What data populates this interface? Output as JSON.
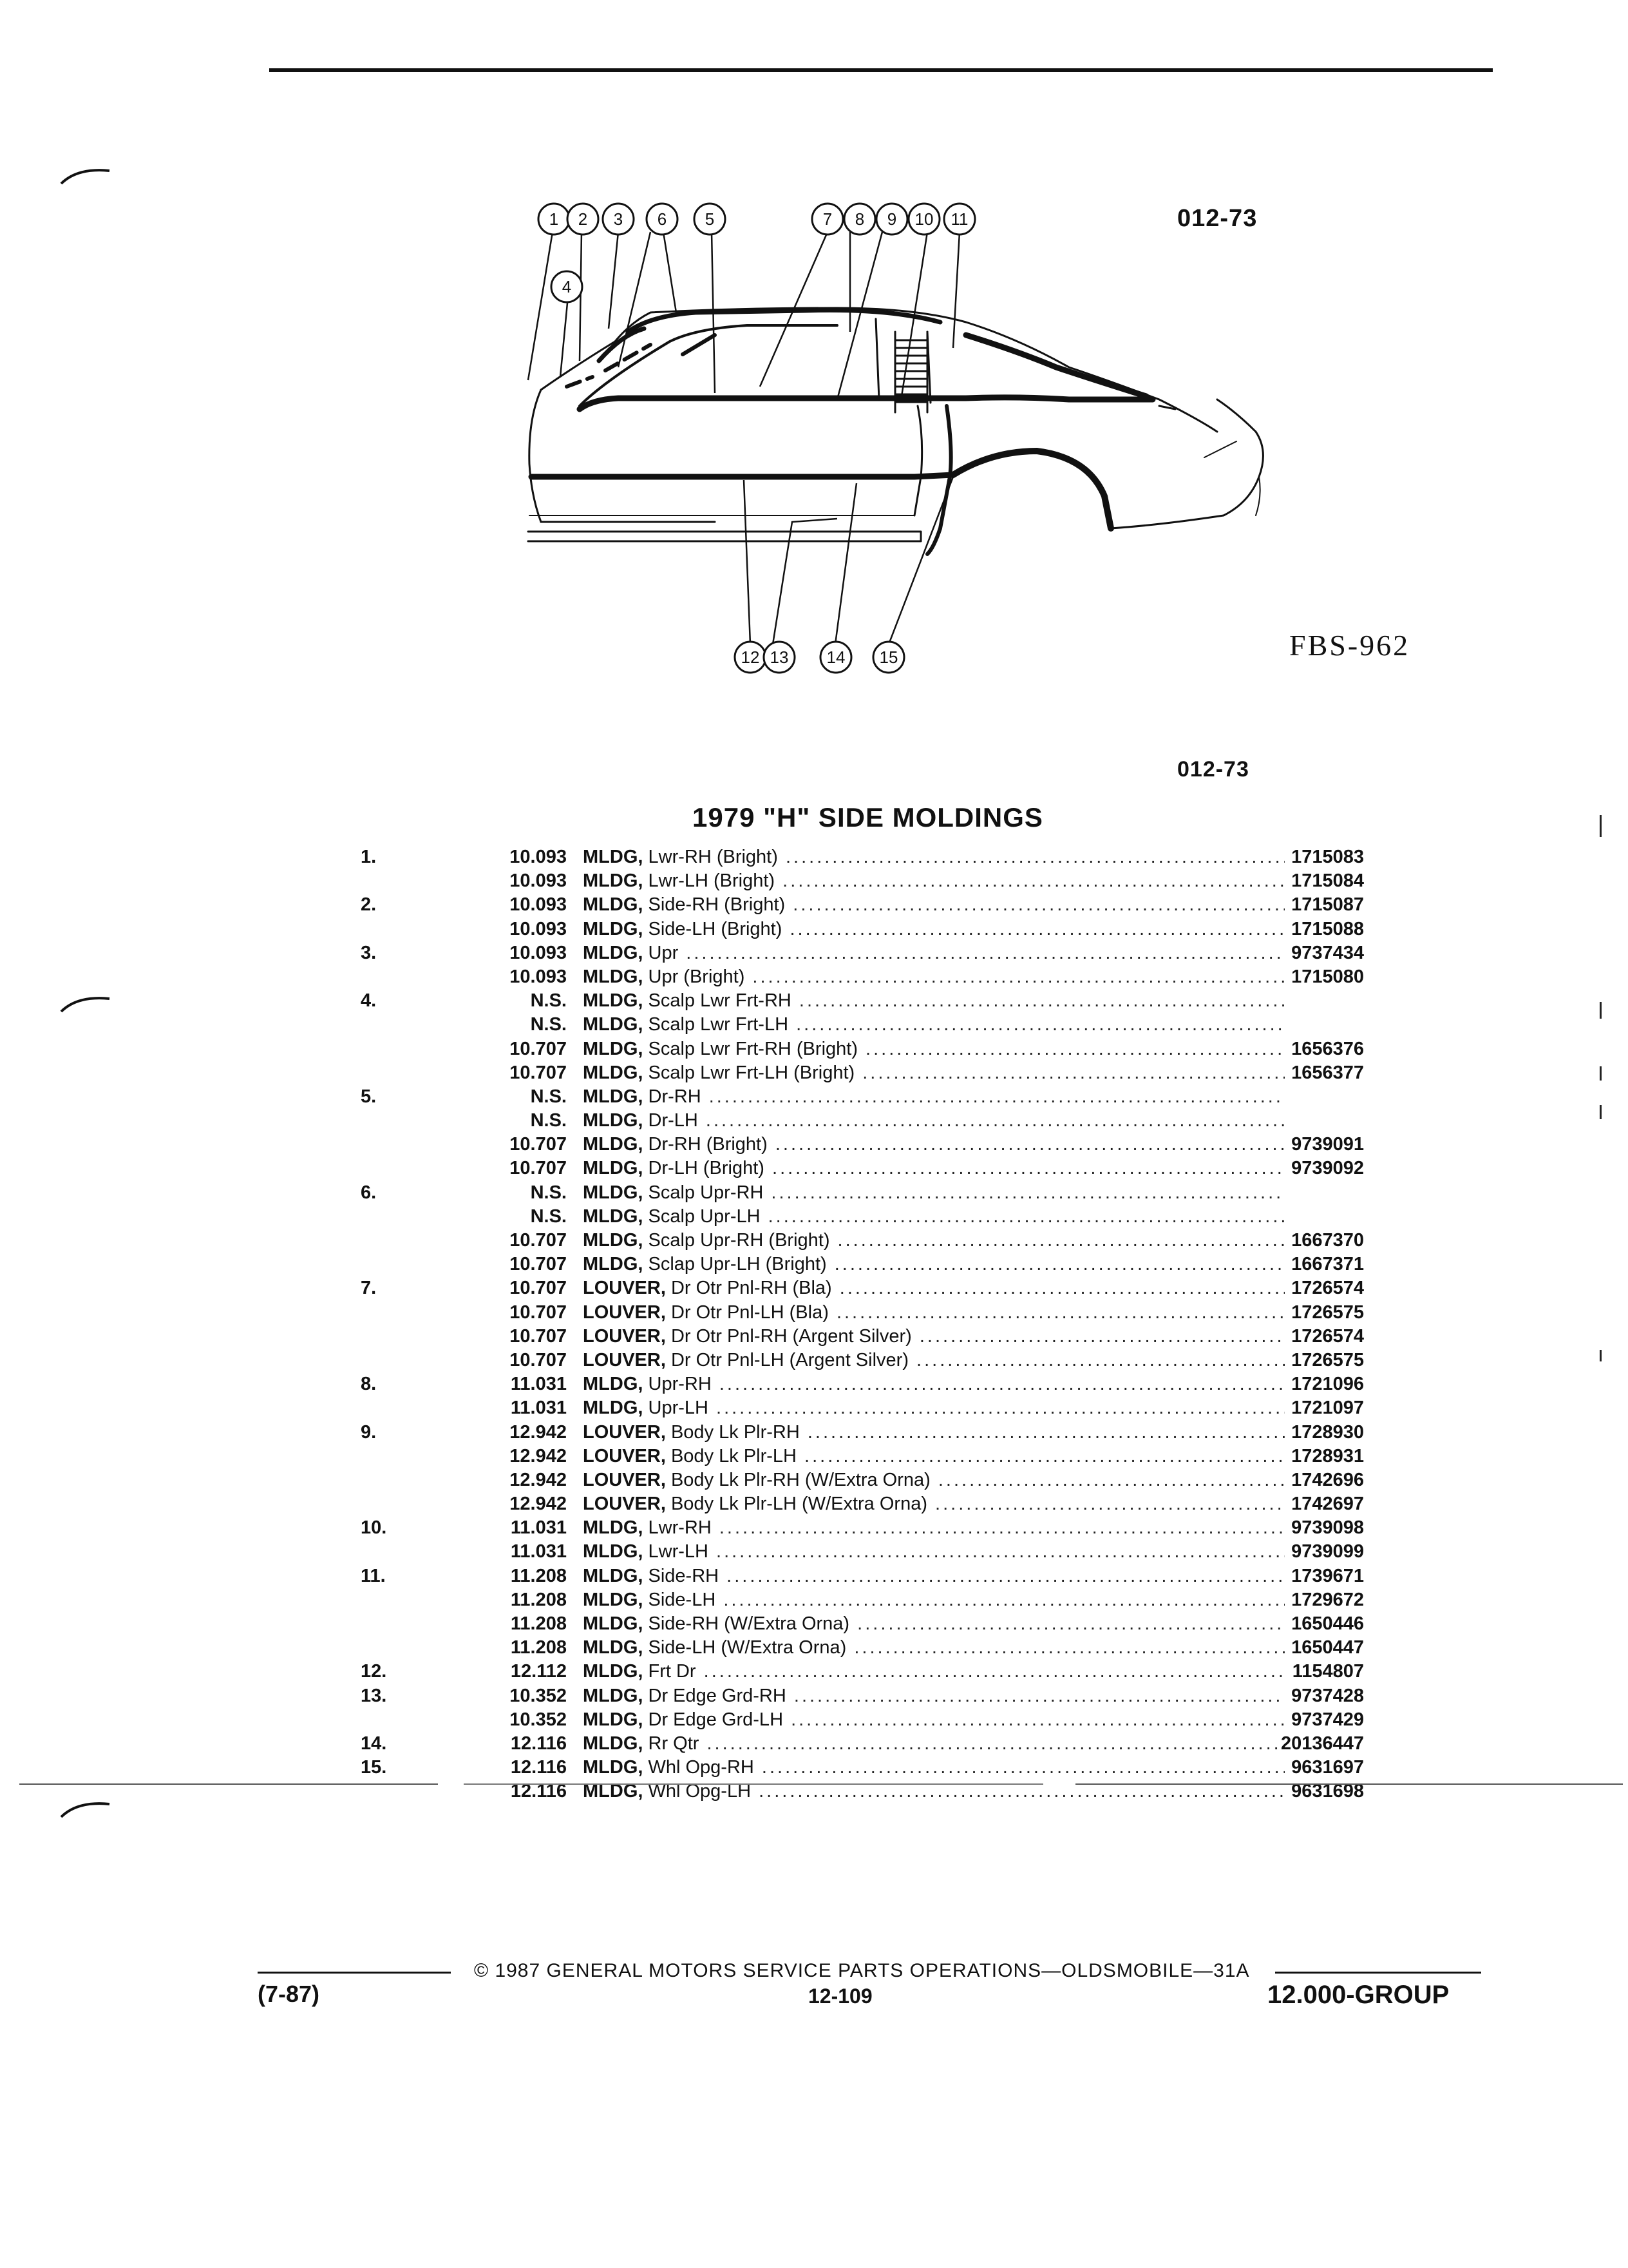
{
  "header": {
    "figure_code": "012-73",
    "figure_ref": "FBS-962",
    "list_code": "012-73",
    "title": "1979 \"H\" SIDE MOLDINGS"
  },
  "diagram": {
    "callouts": [
      "1",
      "2",
      "3",
      "6",
      "5",
      "7",
      "8",
      "9",
      "10",
      "11",
      "4",
      "12",
      "13",
      "14",
      "15"
    ]
  },
  "parts": [
    {
      "key": "1.",
      "grp": "10.093",
      "name": "MLDG,",
      "detail": " Lwr-RH (Bright)",
      "pno": "1715083"
    },
    {
      "key": "",
      "grp": "10.093",
      "name": "MLDG,",
      "detail": " Lwr-LH (Bright)",
      "pno": "1715084"
    },
    {
      "key": "2.",
      "grp": "10.093",
      "name": "MLDG,",
      "detail": " Side-RH (Bright)",
      "pno": "1715087"
    },
    {
      "key": "",
      "grp": "10.093",
      "name": "MLDG,",
      "detail": " Side-LH (Bright)",
      "pno": "1715088"
    },
    {
      "key": "3.",
      "grp": "10.093",
      "name": "MLDG,",
      "detail": " Upr",
      "pno": "9737434"
    },
    {
      "key": "",
      "grp": "10.093",
      "name": "MLDG,",
      "detail": " Upr (Bright)",
      "pno": "1715080"
    },
    {
      "key": "4.",
      "grp": "N.S.",
      "name": "MLDG,",
      "detail": " Scalp Lwr Frt-RH",
      "pno": ""
    },
    {
      "key": "",
      "grp": "N.S.",
      "name": "MLDG,",
      "detail": " Scalp Lwr Frt-LH",
      "pno": ""
    },
    {
      "key": "",
      "grp": "10.707",
      "name": "MLDG,",
      "detail": " Scalp Lwr Frt-RH (Bright)",
      "pno": "1656376"
    },
    {
      "key": "",
      "grp": "10.707",
      "name": "MLDG,",
      "detail": " Scalp Lwr Frt-LH (Bright)",
      "pno": "1656377"
    },
    {
      "key": "5.",
      "grp": "N.S.",
      "name": "MLDG,",
      "detail": " Dr-RH",
      "pno": ""
    },
    {
      "key": "",
      "grp": "N.S.",
      "name": "MLDG,",
      "detail": " Dr-LH",
      "pno": ""
    },
    {
      "key": "",
      "grp": "10.707",
      "name": "MLDG,",
      "detail": " Dr-RH (Bright)",
      "pno": "9739091"
    },
    {
      "key": "",
      "grp": "10.707",
      "name": "MLDG,",
      "detail": " Dr-LH (Bright)",
      "pno": "9739092"
    },
    {
      "key": "6.",
      "grp": "N.S.",
      "name": "MLDG,",
      "detail": " Scalp Upr-RH",
      "pno": ""
    },
    {
      "key": "",
      "grp": "N.S.",
      "name": "MLDG,",
      "detail": " Scalp Upr-LH",
      "pno": ""
    },
    {
      "key": "",
      "grp": "10.707",
      "name": "MLDG,",
      "detail": " Scalp Upr-RH (Bright)",
      "pno": "1667370"
    },
    {
      "key": "",
      "grp": "10.707",
      "name": "MLDG,",
      "detail": " Sclap Upr-LH (Bright)",
      "pno": "1667371"
    },
    {
      "key": "7.",
      "grp": "10.707",
      "name": "LOUVER,",
      "detail": " Dr Otr Pnl-RH (Bla)",
      "pno": "1726574"
    },
    {
      "key": "",
      "grp": "10.707",
      "name": "LOUVER,",
      "detail": " Dr Otr Pnl-LH (Bla)",
      "pno": "1726575"
    },
    {
      "key": "",
      "grp": "10.707",
      "name": "LOUVER,",
      "detail": " Dr Otr Pnl-RH (Argent Silver)",
      "pno": "1726574"
    },
    {
      "key": "",
      "grp": "10.707",
      "name": "LOUVER,",
      "detail": " Dr Otr Pnl-LH (Argent Silver)",
      "pno": "1726575"
    },
    {
      "key": "8.",
      "grp": "11.031",
      "name": "MLDG,",
      "detail": " Upr-RH",
      "pno": "1721096"
    },
    {
      "key": "",
      "grp": "11.031",
      "name": "MLDG,",
      "detail": " Upr-LH",
      "pno": "1721097"
    },
    {
      "key": "9.",
      "grp": "12.942",
      "name": "LOUVER,",
      "detail": " Body Lk Plr-RH",
      "pno": "1728930"
    },
    {
      "key": "",
      "grp": "12.942",
      "name": "LOUVER,",
      "detail": " Body Lk Plr-LH",
      "pno": "1728931"
    },
    {
      "key": "",
      "grp": "12.942",
      "name": "LOUVER,",
      "detail": " Body Lk Plr-RH (W/Extra Orna)",
      "pno": "1742696"
    },
    {
      "key": "",
      "grp": "12.942",
      "name": "LOUVER,",
      "detail": " Body Lk Plr-LH (W/Extra Orna)",
      "pno": "1742697"
    },
    {
      "key": "10.",
      "grp": "11.031",
      "name": "MLDG,",
      "detail": " Lwr-RH",
      "pno": "9739098"
    },
    {
      "key": "",
      "grp": "11.031",
      "name": "MLDG,",
      "detail": " Lwr-LH",
      "pno": "9739099"
    },
    {
      "key": "11.",
      "grp": "11.208",
      "name": "MLDG,",
      "detail": " Side-RH",
      "pno": "1739671"
    },
    {
      "key": "",
      "grp": "11.208",
      "name": "MLDG,",
      "detail": " Side-LH",
      "pno": "1729672"
    },
    {
      "key": "",
      "grp": "11.208",
      "name": "MLDG,",
      "detail": " Side-RH (W/Extra Orna)",
      "pno": "1650446"
    },
    {
      "key": "",
      "grp": "11.208",
      "name": "MLDG,",
      "detail": " Side-LH (W/Extra Orna)",
      "pno": "1650447"
    },
    {
      "key": "12.",
      "grp": "12.112",
      "name": "MLDG,",
      "detail": " Frt Dr",
      "pno": "1154807"
    },
    {
      "key": "13.",
      "grp": "10.352",
      "name": "MLDG,",
      "detail": " Dr Edge Grd-RH",
      "pno": "9737428"
    },
    {
      "key": "",
      "grp": "10.352",
      "name": "MLDG,",
      "detail": " Dr Edge Grd-LH",
      "pno": "9737429"
    },
    {
      "key": "14.",
      "grp": "12.116",
      "name": "MLDG,",
      "detail": " Rr Qtr",
      "pno": "20136447"
    },
    {
      "key": "15.",
      "grp": "12.116",
      "name": "MLDG,",
      "detail": " Whl Opg-RH",
      "pno": "9631697"
    },
    {
      "key": "",
      "grp": "12.116",
      "name": "MLDG,",
      "detail": " Whl Opg-LH",
      "pno": "9631698"
    }
  ],
  "footer": {
    "copyright": "© 1987 GENERAL MOTORS SERVICE PARTS OPERATIONS—OLDSMOBILE—31A",
    "date_code": "(7-87)",
    "page_number": "12-109",
    "group": "12.000-GROUP"
  }
}
